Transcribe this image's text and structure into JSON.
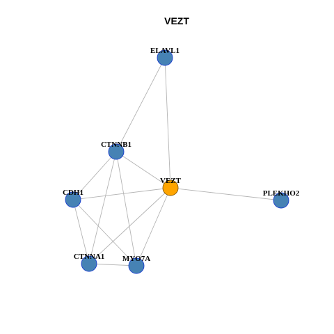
{
  "title": "VEZT",
  "colors": {
    "center_node": "#ffa500",
    "neighbor_node": "#4682b4",
    "neighbor_border": "#1a3ecf",
    "center_border": "#8a5a00",
    "edge": "#b4b4b4"
  },
  "nodes": [
    {
      "id": "ELAVL1",
      "label": "ELAVL1",
      "role": "neighbor"
    },
    {
      "id": "CTNNB1",
      "label": "CTNNB1",
      "role": "neighbor"
    },
    {
      "id": "VEZT",
      "label": "VEZT",
      "role": "center"
    },
    {
      "id": "PLEKHO2",
      "label": "PLEKHO2",
      "role": "neighbor"
    },
    {
      "id": "CDH1",
      "label": "CDH1",
      "role": "neighbor"
    },
    {
      "id": "CTNNA1",
      "label": "CTNNA1",
      "role": "neighbor"
    },
    {
      "id": "MYO7A",
      "label": "MYO7A",
      "role": "neighbor"
    }
  ],
  "edges": [
    [
      "ELAVL1",
      "CTNNB1"
    ],
    [
      "ELAVL1",
      "VEZT"
    ],
    [
      "CTNNB1",
      "VEZT"
    ],
    [
      "CTNNB1",
      "CDH1"
    ],
    [
      "CTNNB1",
      "CTNNA1"
    ],
    [
      "CTNNB1",
      "MYO7A"
    ],
    [
      "VEZT",
      "CDH1"
    ],
    [
      "VEZT",
      "PLEKHO2"
    ],
    [
      "VEZT",
      "CTNNA1"
    ],
    [
      "VEZT",
      "MYO7A"
    ],
    [
      "CDH1",
      "CTNNA1"
    ],
    [
      "CDH1",
      "MYO7A"
    ],
    [
      "CTNNA1",
      "MYO7A"
    ]
  ]
}
